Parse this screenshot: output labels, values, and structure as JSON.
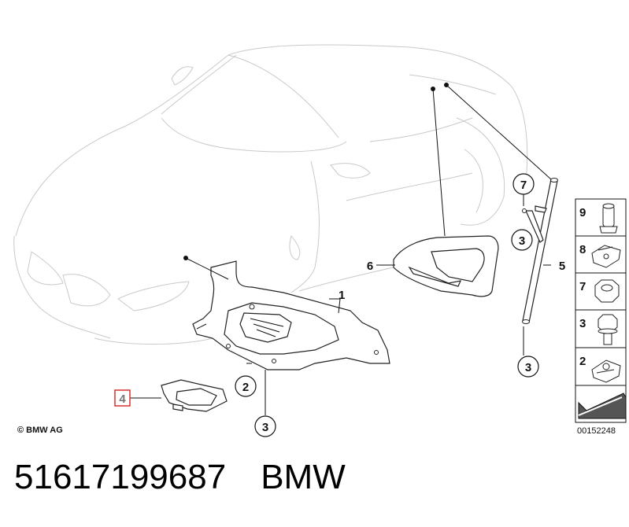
{
  "diagram": {
    "copyright": "© BMW AG",
    "reference_number": "00152248",
    "callouts": [
      {
        "label": "1",
        "circled": false
      },
      {
        "label": "2",
        "circled": true
      },
      {
        "label": "3",
        "circled": true
      },
      {
        "label": "4",
        "circled": false,
        "highlighted": true
      },
      {
        "label": "3",
        "circled": true
      },
      {
        "label": "5",
        "circled": false
      },
      {
        "label": "6",
        "circled": false
      },
      {
        "label": "7",
        "circled": true
      },
      {
        "label": "3",
        "circled": true
      }
    ],
    "parts_panel": [
      {
        "label": "9",
        "icon": "sleeve-nut-icon"
      },
      {
        "label": "8",
        "icon": "spring-clip-icon"
      },
      {
        "label": "7",
        "icon": "hex-nut-icon"
      },
      {
        "label": "3",
        "icon": "collar-screw-icon"
      },
      {
        "label": "2",
        "icon": "clip-nut-icon"
      },
      {
        "label": "",
        "icon": "arrow-icon"
      }
    ],
    "highlight_color": "#d9302b"
  },
  "footer": {
    "part_number": "51617199687",
    "brand": "BMW"
  }
}
